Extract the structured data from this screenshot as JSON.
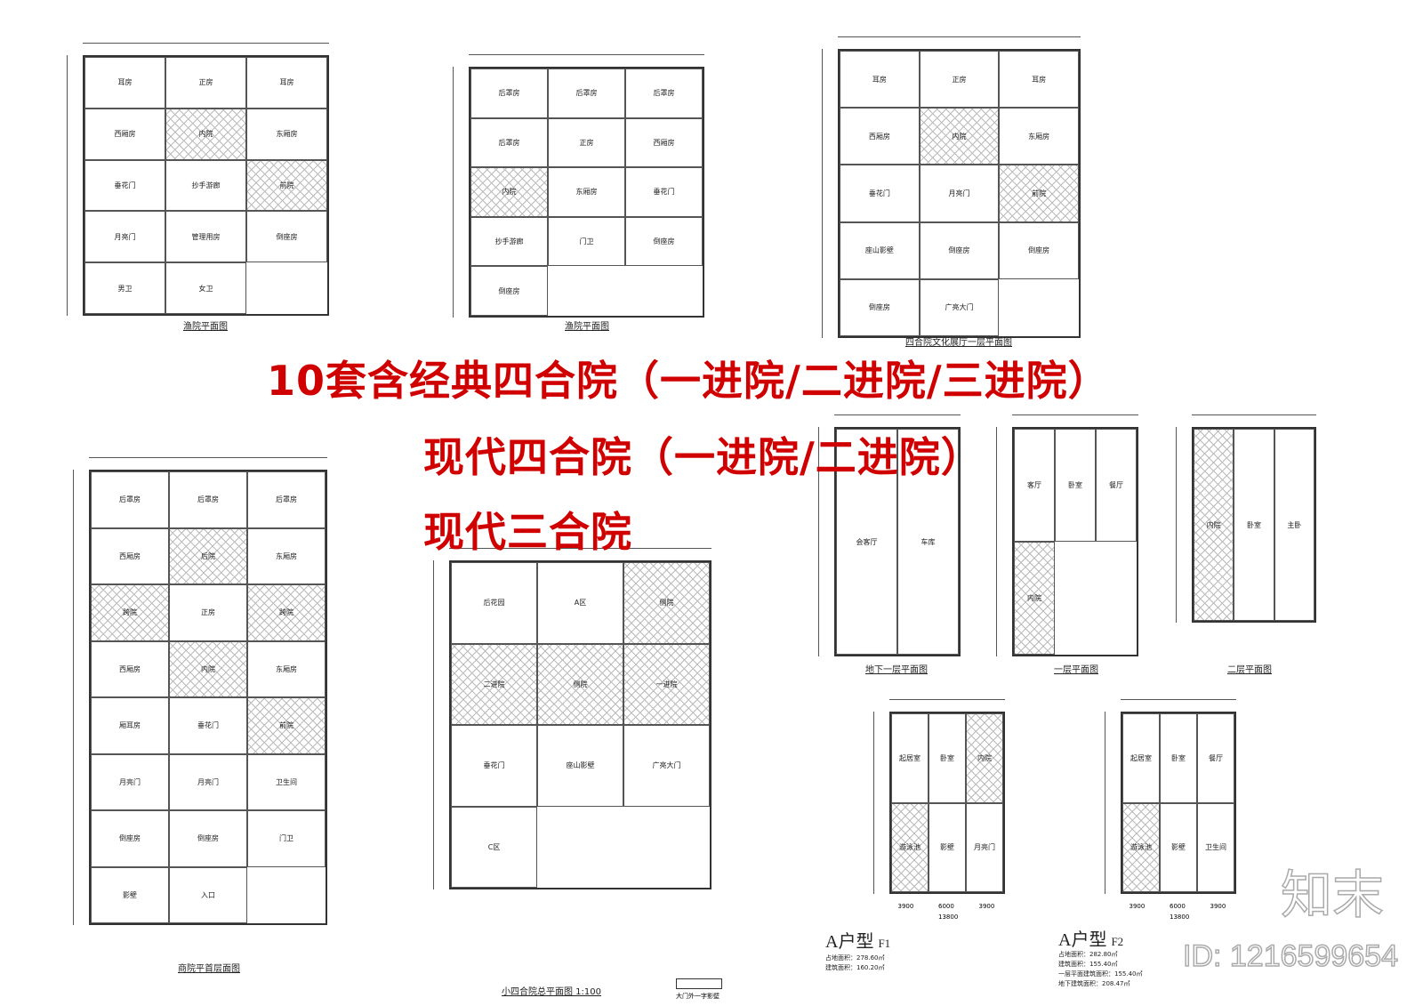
{
  "headline": {
    "line1": "10套含经典四合院（一进院/二进院/三进院）",
    "line2": "现代四合院（一进院/二进院）",
    "line3": "现代三合院",
    "color": "#d10000"
  },
  "plans": [
    {
      "caption": "渔院平面图",
      "rooms": [
        "耳房",
        "正房",
        "耳房",
        "西厢房",
        "内院",
        "东厢房",
        "垂花门",
        "抄手游廊",
        "前院",
        "月亮门",
        "管理用房",
        "倒座房",
        "男卫",
        "女卫"
      ]
    },
    {
      "caption": "渔院平面图",
      "rooms": [
        "后罩房",
        "后罩房",
        "后罩房",
        "后罩房",
        "正房",
        "西厢房",
        "内院",
        "东厢房",
        "垂花门",
        "抄手游廊",
        "门卫",
        "倒座房",
        "倒座房"
      ]
    },
    {
      "caption": "四合院文化展厅一层平面图",
      "rooms": [
        "耳房",
        "正房",
        "耳房",
        "西厢房",
        "内院",
        "东厢房",
        "垂花门",
        "月亮门",
        "前院",
        "座山影壁",
        "倒座房",
        "倒座房",
        "倒座房",
        "广亮大门"
      ]
    },
    {
      "caption": "商院平首层面图",
      "rooms": [
        "后罩房",
        "后罩房",
        "后罩房",
        "西厢房",
        "后院",
        "东厢房",
        "跨院",
        "正房",
        "跨院",
        "西厢房",
        "内院",
        "东厢房",
        "厢耳房",
        "垂花门",
        "前院",
        "月亮门",
        "月亮门",
        "卫生间",
        "倒座房",
        "倒座房",
        "门卫",
        "影壁",
        "入口"
      ]
    },
    {
      "caption": "小四合院总平面图 1:100",
      "rooms": [
        "后花园",
        "A区",
        "侧院",
        "二进院",
        "侧院",
        "一进院",
        "垂花门",
        "座山影壁",
        "广亮大门",
        "C区"
      ],
      "extra": "大门外一字影壁"
    },
    {
      "caption": "地下一层平面图",
      "rooms": [
        "会客厅",
        "车库"
      ]
    },
    {
      "caption": "一层平面图",
      "rooms": [
        "客厅",
        "卧室",
        "餐厅",
        "内院"
      ]
    },
    {
      "caption": "二层平面图",
      "rooms": [
        "内院",
        "卧室",
        "主卧"
      ]
    },
    {
      "caption": "",
      "rooms": [
        "起居室",
        "卧室",
        "内院",
        "游泳池",
        "影壁",
        "月亮门"
      ],
      "dims": [
        "3900",
        "6000",
        "3900",
        "13800"
      ]
    },
    {
      "caption": "",
      "rooms": [
        "起居室",
        "卧室",
        "餐厅",
        "游泳池",
        "影壁",
        "卫生间"
      ],
      "dims": [
        "3900",
        "6000",
        "3900",
        "13800"
      ]
    }
  ],
  "unit_types": [
    {
      "title": "A户型",
      "floor": "F1",
      "lines": [
        "占地面积：278.60㎡",
        "建筑面积：160.20㎡"
      ]
    },
    {
      "title": "A户型",
      "floor": "F2",
      "lines": [
        "占地面积：282.80㎡",
        "建筑面积：155.40㎡",
        "一层平面建筑面积：155.40㎡",
        "地下建筑面积：208.47㎡"
      ]
    }
  ],
  "watermark": {
    "logo": "知末",
    "id": "ID: 1216599654"
  }
}
